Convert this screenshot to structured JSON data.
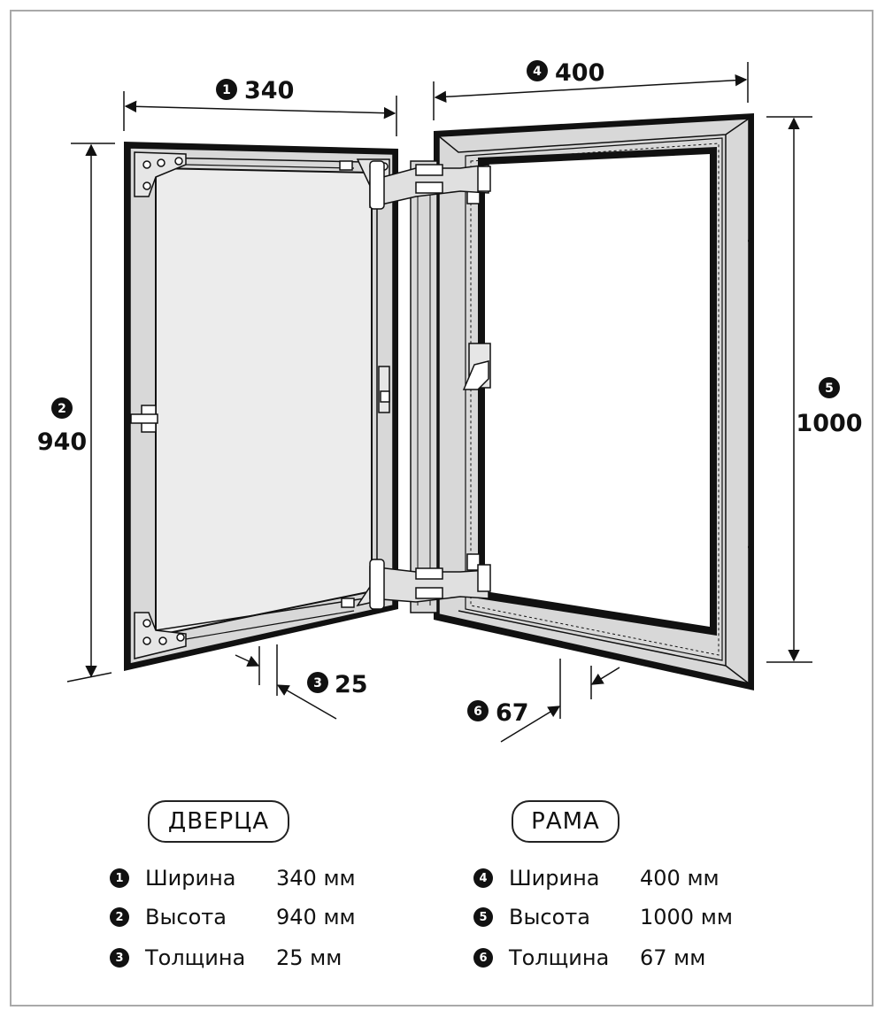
{
  "dimensions": [
    {
      "marker": "1",
      "value": "340"
    },
    {
      "marker": "2",
      "value": "940"
    },
    {
      "marker": "3",
      "value": "25"
    },
    {
      "marker": "4",
      "value": "400"
    },
    {
      "marker": "5",
      "value": "1000"
    },
    {
      "marker": "6",
      "value": "67"
    }
  ],
  "legend": {
    "door": {
      "title": "ДВЕРЦА",
      "rows": [
        {
          "marker": "1",
          "label": "Ширина",
          "value": "340 мм"
        },
        {
          "marker": "2",
          "label": "Высота",
          "value": "940 мм"
        },
        {
          "marker": "3",
          "label": "Толщина",
          "value": "25 мм"
        }
      ]
    },
    "frame": {
      "title": "РАМА",
      "rows": [
        {
          "marker": "4",
          "label": "Ширина",
          "value": "400 мм"
        },
        {
          "marker": "5",
          "label": "Высота",
          "value": "1000 мм"
        },
        {
          "marker": "6",
          "label": "Толщина",
          "value": "67 мм"
        }
      ]
    }
  },
  "colors": {
    "line": "#111111",
    "panel": "#ececec",
    "metal": "#d8d8d8",
    "border": "#a9a9a9"
  }
}
